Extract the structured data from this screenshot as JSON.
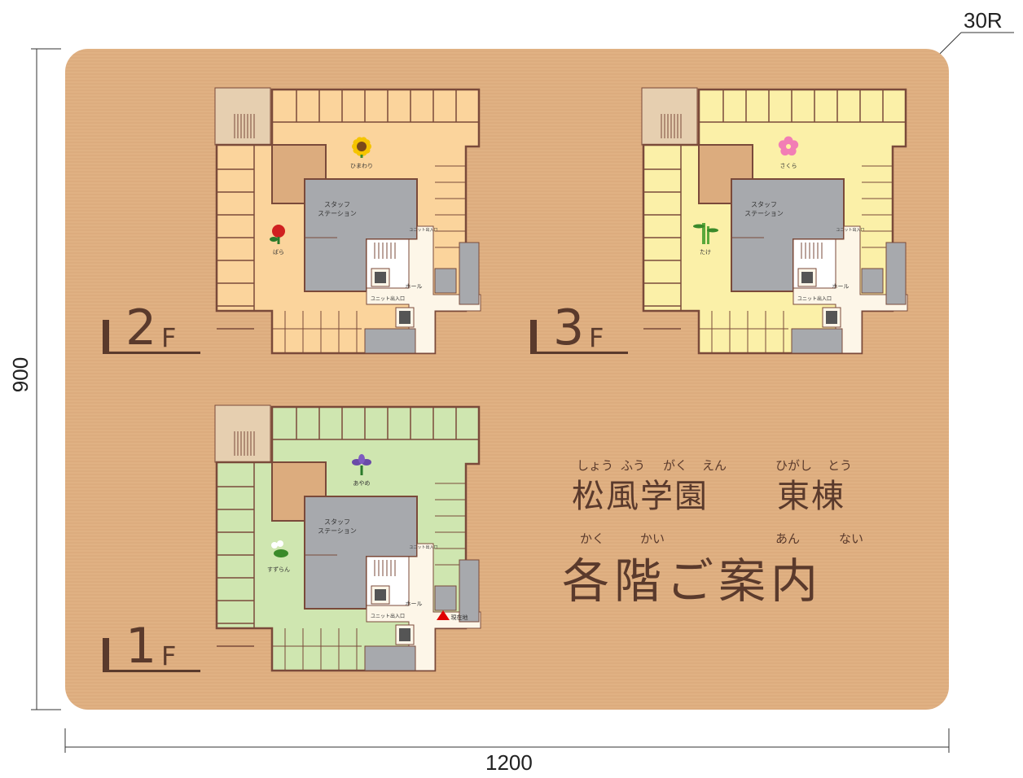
{
  "dimensions": {
    "corner_radius_label": "30R",
    "height_label": "900",
    "width_label": "1200"
  },
  "floors": [
    {
      "label_number": "2",
      "label_suffix": "F",
      "fill": "#fbd49c",
      "station_label_1": "スタッフ",
      "station_label_2": "ステーション",
      "hall_label": "ホール",
      "unit_entrance_label": "ユニット出入口",
      "units": [
        {
          "name": "ひまわり",
          "icon": "sunflower-icon"
        },
        {
          "name": "ばら",
          "icon": "rose-icon"
        }
      ]
    },
    {
      "label_number": "3",
      "label_suffix": "F",
      "fill": "#fbf0a8",
      "station_label_1": "スタッフ",
      "station_label_2": "ステーション",
      "hall_label": "ホール",
      "unit_entrance_label": "ユニット出入口",
      "units": [
        {
          "name": "さくら",
          "icon": "cherry-blossom-icon"
        },
        {
          "name": "たけ",
          "icon": "bamboo-icon"
        }
      ]
    },
    {
      "label_number": "1",
      "label_suffix": "F",
      "fill": "#cfe6b0",
      "station_label_1": "スタッフ",
      "station_label_2": "ステーション",
      "hall_label": "ホール",
      "unit_entrance_label": "ユニット出入口",
      "current_location_label": "現在地",
      "units": [
        {
          "name": "あやめ",
          "icon": "iris-icon"
        },
        {
          "name": "すずらん",
          "icon": "lily-of-the-valley-icon"
        }
      ]
    }
  ],
  "title": {
    "line1_ruby": [
      "しょう",
      "ふう",
      "がく",
      "えん",
      "ひがし",
      "とう"
    ],
    "line1_main": "松風学園",
    "line1_building": "東棟",
    "line2_ruby": [
      "かく",
      "かい",
      "あん",
      "ない"
    ],
    "line2_main": "各階ご案内"
  },
  "colors": {
    "panel": "#dfb083",
    "text_brown": "#5a3a2c",
    "wall": "#7a4a3a",
    "station_gray": "#a7a9ad",
    "corridor": "#fdf6e8",
    "current_location": "#e00000"
  }
}
